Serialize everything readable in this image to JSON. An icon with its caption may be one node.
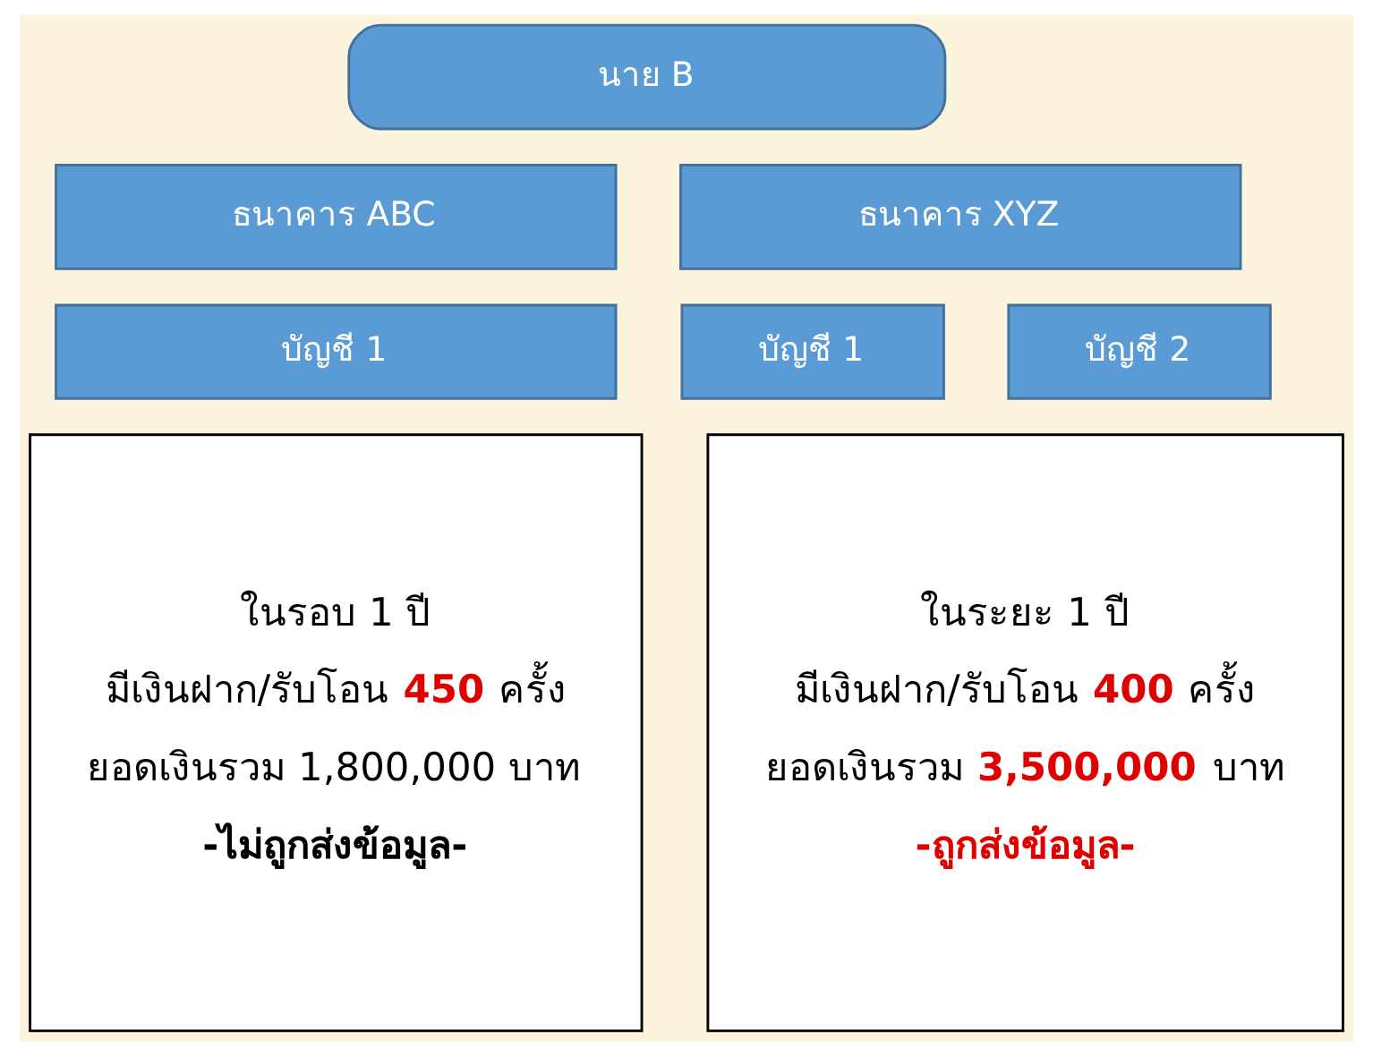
{
  "diagram": {
    "nodes": [
      {
        "text": [
          "นาย B"
        ]
      },
      {
        "text": [
          "ธนาคาร ABC"
        ]
      },
      {
        "text": [
          "บัญชี 1"
        ]
      },
      {
        "text": [
          "ธนาคาร XYZ"
        ]
      },
      {
        "text": [
          "บัญชี 1"
        ]
      },
      {
        "text": [
          "บัญชี 2"
        ]
      },
      {
        "text": [
          "ในรอบ 1 ปี",
          "มีเงินฝาก/รับโอน **450** ครั้ง",
          "ยอดเงินรวม 1,800,000 บาท",
          "-ไม่ถูกส่งข้อมูล-"
        ]
      },
      {
        "text": [
          "ในระยะ 1 ปี",
          "มีเงินฝาก/รับโอน **400** ครั้ง",
          "ยอดเงินรวม **3,500,000** บาท",
          "**-ถูกส่งข้อมูล-**"
        ]
      }
    ]
  }
}
